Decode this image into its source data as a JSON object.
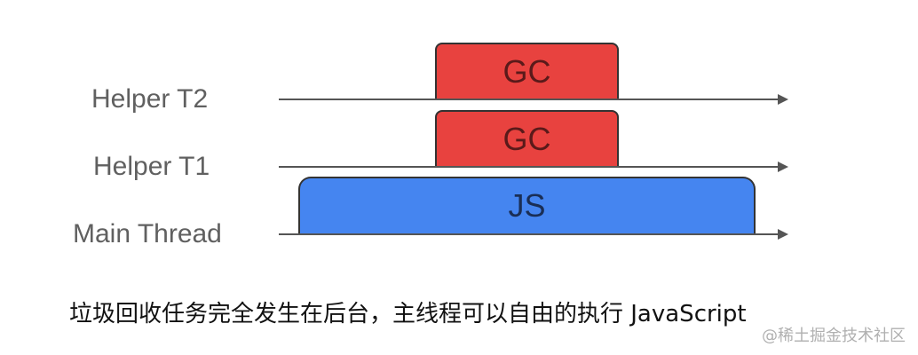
{
  "lanes": [
    {
      "label": "Helper T2"
    },
    {
      "label": "Helper T1"
    },
    {
      "label": "Main Thread"
    }
  ],
  "blocks": {
    "gc_t2": "GC",
    "gc_t1": "GC",
    "js_main": "JS"
  },
  "colors": {
    "gc": "#e8423f",
    "js": "#4585f0",
    "axis": "#555555"
  },
  "caption": "垃圾回收任务完全发生在后台，主线程可以自由的执行 JavaScript",
  "watermark": "@稀土掘金技术社区"
}
